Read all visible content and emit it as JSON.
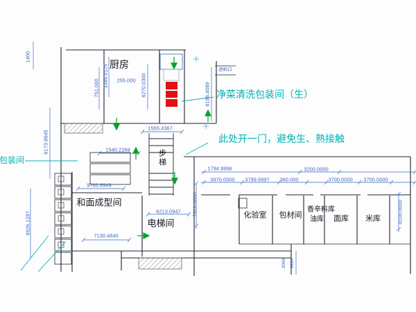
{
  "labels": {
    "kitchen": "厨房",
    "clean_wash": "净菜清洗包装间（生）",
    "door_note": "此处开一门，避免生、熟接触",
    "packaging": "包装间",
    "stairs": "步梯",
    "elevator": "电梯间",
    "lab": "化验室",
    "pack_material": "包材间",
    "spice_store": "香辛料库",
    "oil_store": "油库",
    "flour_store": "面库",
    "rice_store": "米库",
    "kneading": "和面成型间",
    "feed_inlet": "进料口"
  },
  "dims": {
    "d1": "1400",
    "d2": "6173.8645",
    "d3": "9926.1287",
    "d4": "751.000",
    "d5": "3344.9125",
    "d6": "255.000",
    "d7": "6270.0300",
    "d8": "6158.4089",
    "d9": "1555.4367",
    "d10": "1540.2269",
    "d11": "1794.9996",
    "d12": "3970.0000",
    "d13": "3799.9997",
    "d14": "360.000",
    "d15": "3200.0000",
    "d16": "3700.0000",
    "d17": "3700.0000",
    "d18": "4100.0000",
    "d19": "6213.0947",
    "d20": "7910.0000",
    "d21": "7130.4840",
    "d22": "9762.8949",
    "d23": "9894",
    "d24": "3060"
  },
  "colors": {
    "wall": "#20222c",
    "dim": "#3a66c4",
    "teal": "#00b2b2",
    "arrow": "#00a22a",
    "machine_red": "#e01212"
  }
}
